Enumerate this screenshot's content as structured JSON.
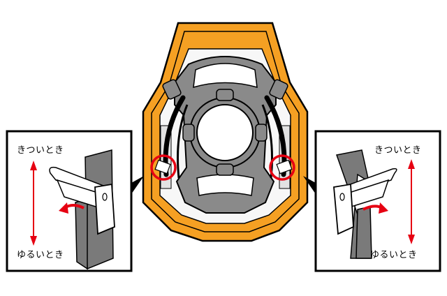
{
  "left_panel": {
    "label_top": "きついとき",
    "label_bottom": "ゆるいとき"
  },
  "right_panel": {
    "label_top": "きついとき",
    "label_bottom": "ゆるいとき"
  },
  "colors": {
    "shell_orange": "#f5a023",
    "shell_outline": "#000000",
    "harness_gray": "#8a8a8a",
    "highlight_red": "#e60012",
    "arrow_red": "#e60012",
    "strap_gray": "#7a7a7a",
    "panel_border": "#000000"
  },
  "icons": {
    "left_callout": "buckle-adjust-icon",
    "right_callout": "buckle-adjust-icon",
    "center": "helmet-harness-icon"
  }
}
